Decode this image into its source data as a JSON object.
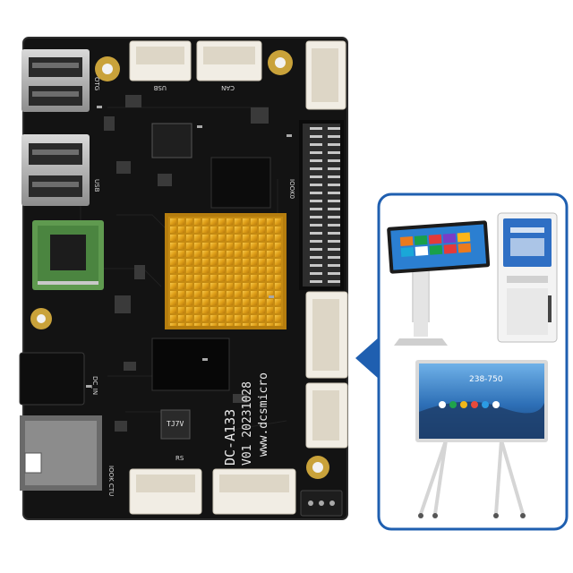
{
  "board": {
    "model": "DC-A133",
    "version": "V01 20231028",
    "website": "www.dcsmicro",
    "chip_label": "TJ7V",
    "labels": {
      "usb_top": "USB",
      "usb_left": "USB",
      "gpio": "IOOK0",
      "power": "DC_IN",
      "can": "CAN",
      "otg": "OTG",
      "rs": "RS",
      "uart": "IOOK CTU"
    }
  },
  "devices": {
    "kiosk_screen_text": "238-750"
  },
  "colors": {
    "pcb": "#141414",
    "heatsink": "#e3a61c",
    "panel_border": "#1f5fb0",
    "connector": "#f1ede4"
  }
}
